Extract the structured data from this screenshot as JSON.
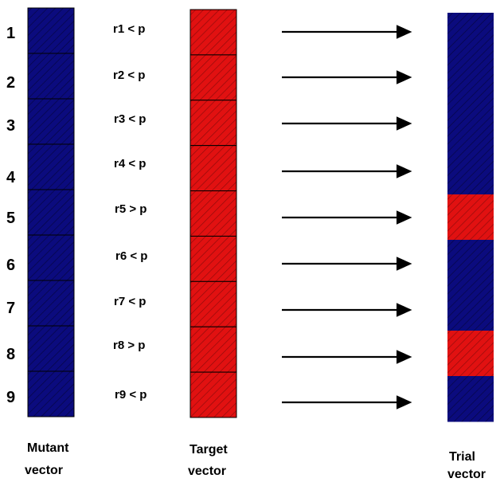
{
  "colors": {
    "mutant": "#0b0b7e",
    "target": "#e11111",
    "cell_border": "#000000",
    "arrow": "#000000"
  },
  "row_numbers": [
    "1",
    "2",
    "3",
    "4",
    "5",
    "6",
    "7",
    "8",
    "9"
  ],
  "conditions": [
    "r1 < p",
    "r2 < p",
    "r3 < p",
    "r4 < p",
    "r5 > p",
    "r6 < p",
    "r7 < p",
    "r8 > p",
    "r9 < p"
  ],
  "trial_source": [
    "mutant",
    "mutant",
    "mutant",
    "mutant",
    "target",
    "mutant",
    "mutant",
    "target",
    "mutant"
  ],
  "labels": {
    "mutant_line1": "Mutant",
    "mutant_line2": "vector",
    "target_line1": "Target",
    "target_line2": "vector",
    "trial_line1": "Trial",
    "trial_line2": "vector"
  }
}
